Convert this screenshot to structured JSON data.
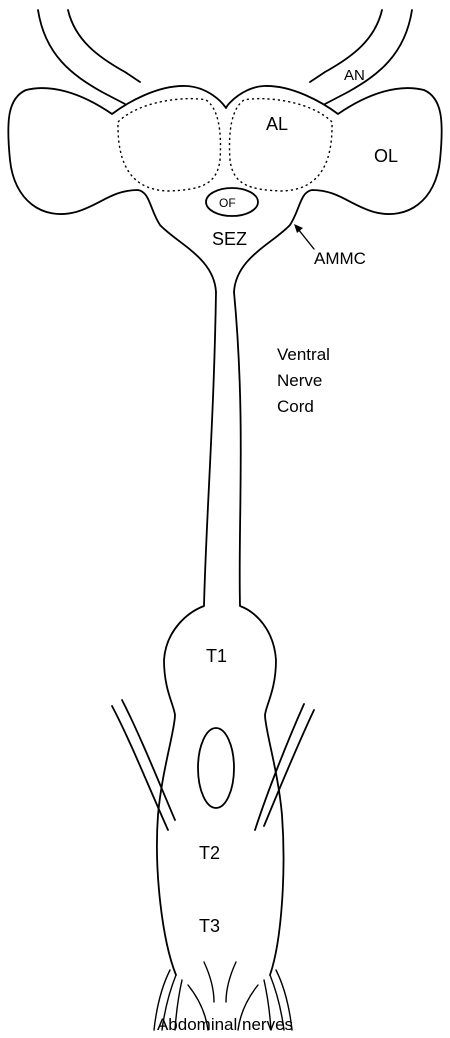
{
  "labels": {
    "an": "AN",
    "al": "AL",
    "ol": "OL",
    "of": "OF",
    "sez": "SEZ",
    "ammc": "AMMC",
    "vnc_line1": "Ventral",
    "vnc_line2": "Nerve",
    "vnc_line3": "Cord",
    "t1": "T1",
    "t2": "T2",
    "t3": "T3",
    "abdominal": "Abdominal nerves"
  }
}
